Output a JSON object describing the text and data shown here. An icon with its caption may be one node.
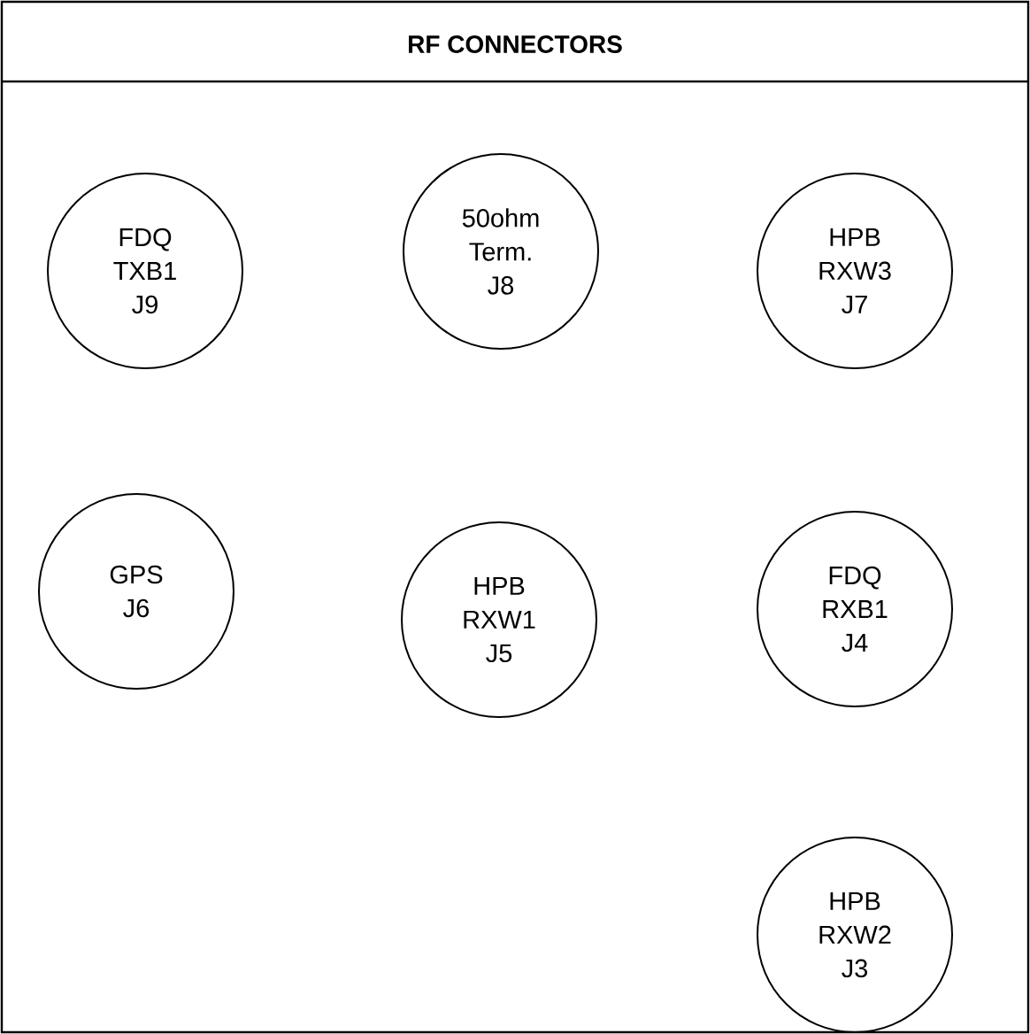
{
  "diagram": {
    "title": "RF CONNECTORS",
    "nodes": [
      {
        "text": [
          "FDQ",
          "TXB1",
          "J9"
        ]
      },
      {
        "text": [
          "50ohm",
          "Term.",
          "J8"
        ]
      },
      {
        "text": [
          "HPB",
          "RXW3",
          "J7"
        ]
      },
      {
        "text": [
          "GPS",
          "J6"
        ]
      },
      {
        "text": [
          "HPB",
          "RXW1",
          "J5"
        ]
      },
      {
        "text": [
          "FDQ",
          "RXB1",
          "J4"
        ]
      },
      {
        "text": [
          "HPB",
          "RXW2",
          "J3"
        ]
      }
    ]
  }
}
